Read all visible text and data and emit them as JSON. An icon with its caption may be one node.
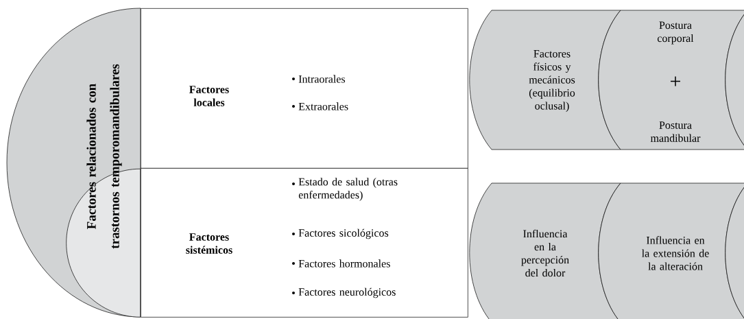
{
  "diagram": {
    "nodes": [
      {
        "text": [
          "Factores relacionados con trastornos temporomandibulares"
        ]
      },
      {
        "text": [],
        "shape": "circle",
        "in": 0
      },
      {
        "text": [
          "Factores locales",
          "Intraorales",
          "Extraorales"
        ]
      },
      {
        "text": [
          "Factores sistémicos",
          "Estado de salud (otras enfermedades)",
          "Factores sicológicos",
          "Factores hormonales",
          "Factores neurológicos"
        ]
      },
      {
        "text": [
          "Factores físicos y mecánicos (equilibrio oclusal)"
        ]
      },
      {
        "text": [
          "Postura corporal",
          "+",
          "Postura mandibular"
        ]
      },
      {
        "text": [],
        "shape": "cylinder"
      },
      {
        "text": [
          "Influencia en la percepción del dolor"
        ]
      },
      {
        "text": [
          "Influencia en la extensión de la alteración"
        ]
      },
      {
        "text": [],
        "shape": "cylinder"
      }
    ],
    "edges": []
  }
}
